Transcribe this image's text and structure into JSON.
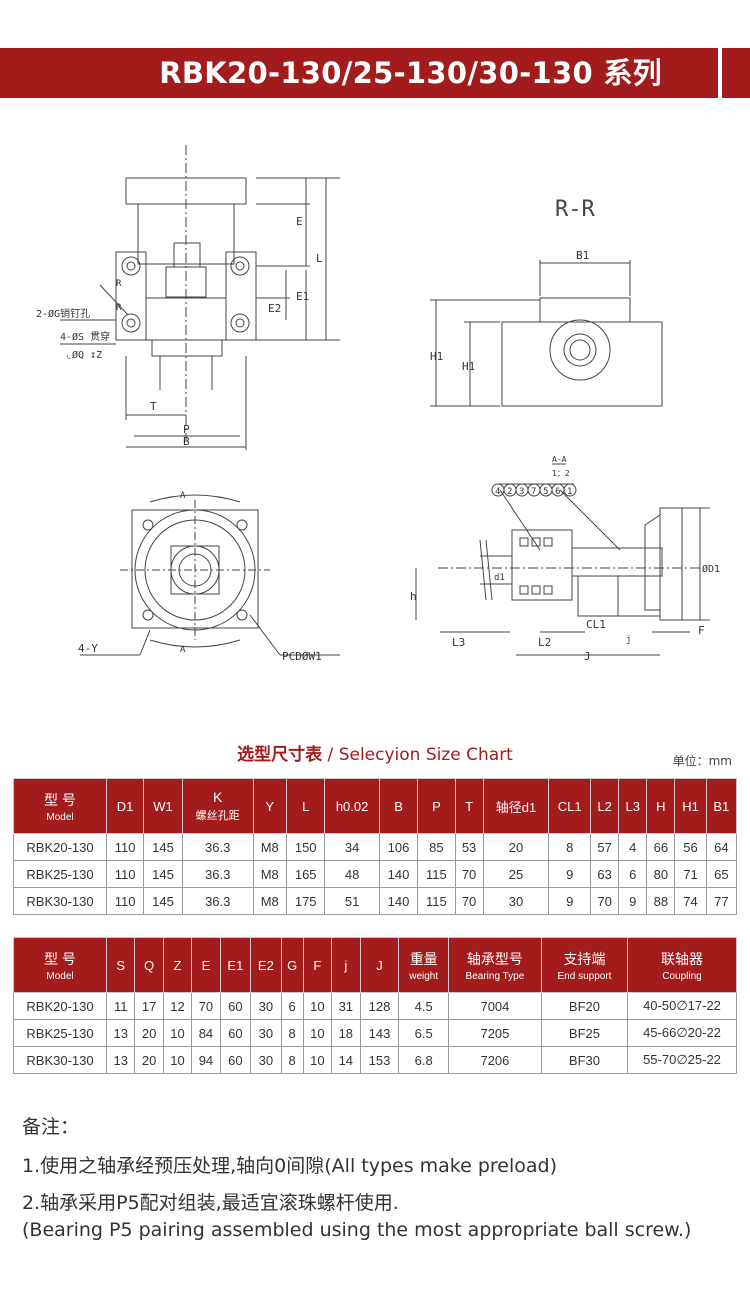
{
  "header": {
    "title": "RBK20-130/25-130/30-130 系列"
  },
  "drawing": {
    "section_rr": "R-R",
    "section_aa": "A-A",
    "scale": "1：2",
    "front_labels": {
      "E": "E",
      "L": "L",
      "E1": "E1",
      "E2": "E2",
      "T": "T",
      "P": "P",
      "B": "B",
      "R_top": "R",
      "R_bottom": "R",
      "pin_hole": "2-ØG销钉孔",
      "through": "4-ØS 贯穿",
      "counterbore": "⌞ØQ ↧Z"
    },
    "rr_labels": {
      "B1": "B1",
      "H1a": "H1",
      "H1b": "H1"
    },
    "bottom_labels": {
      "A_top": "A",
      "A_bottom": "A",
      "Y": "4-Y",
      "PCD": "PCDØW1"
    },
    "section_labels": {
      "balloons": [
        "4",
        "2",
        "3",
        "7",
        "5",
        "6",
        "1"
      ],
      "d1": "d1",
      "h": "h",
      "D1": "ØD1",
      "L3": "L3",
      "L2": "L2",
      "CL1": "CL1",
      "J": "J",
      "j": "j",
      "F": "F"
    }
  },
  "chart": {
    "title_cn": "选型尺寸表",
    "title_sep": " / ",
    "title_en": "Selecyion Size Chart",
    "unit": "单位：mm"
  },
  "table1": {
    "model_cn": "型 号",
    "model_en": "Model",
    "k_top": "K",
    "k_sub": "螺丝孔距",
    "headers": [
      "D1",
      "W1",
      "Y",
      "L",
      "h0.02",
      "B",
      "P",
      "T",
      "轴径d1",
      "CL1",
      "L2",
      "L3",
      "H",
      "H1",
      "B1"
    ],
    "rows": [
      [
        "RBK20-130",
        "110",
        "145",
        "36.3",
        "M8",
        "150",
        "34",
        "106",
        "85",
        "53",
        "20",
        "8",
        "57",
        "4",
        "66",
        "56",
        "64"
      ],
      [
        "RBK25-130",
        "110",
        "145",
        "36.3",
        "M8",
        "165",
        "48",
        "140",
        "115",
        "70",
        "25",
        "9",
        "63",
        "6",
        "80",
        "71",
        "65"
      ],
      [
        "RBK30-130",
        "110",
        "145",
        "36.3",
        "M8",
        "175",
        "51",
        "140",
        "115",
        "70",
        "30",
        "9",
        "70",
        "9",
        "88",
        "74",
        "77"
      ]
    ]
  },
  "table2": {
    "model_cn": "型 号",
    "model_en": "Model",
    "headers": [
      "S",
      "Q",
      "Z",
      "E",
      "E1",
      "E2",
      "G",
      "F",
      "j",
      "J"
    ],
    "weight_cn": "重量",
    "weight_en": "weight",
    "bearing_cn": "轴承型号",
    "bearing_en": "Bearing Type",
    "support_cn": "支持端",
    "support_en": "End support",
    "coupling_cn": "联轴器",
    "coupling_en": "Coupling",
    "rows": [
      [
        "RBK20-130",
        "11",
        "17",
        "12",
        "70",
        "60",
        "30",
        "6",
        "10",
        "31",
        "128",
        "4.5",
        "7004",
        "BF20",
        "40-50∅17-22"
      ],
      [
        "RBK25-130",
        "13",
        "20",
        "10",
        "84",
        "60",
        "30",
        "8",
        "10",
        "18",
        "143",
        "6.5",
        "7205",
        "BF25",
        "45-66∅20-22"
      ],
      [
        "RBK30-130",
        "13",
        "20",
        "10",
        "94",
        "60",
        "30",
        "8",
        "10",
        "14",
        "153",
        "6.8",
        "7206",
        "BF30",
        "55-70∅25-22"
      ]
    ]
  },
  "notes": {
    "title": "备注：",
    "line1": "1.使用之轴承经预压处理,轴向0间隙(All types make preload)",
    "line2": "2.轴承采用P5配对组装,最适宜滚珠螺杆使用.",
    "line3": "(Bearing P5 pairing assembled using the most appropriate ball screw.)"
  }
}
